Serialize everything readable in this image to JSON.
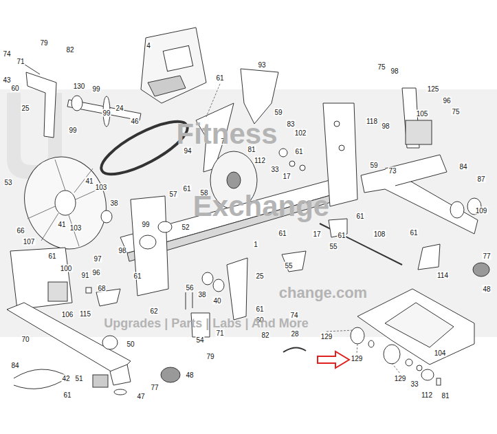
{
  "diagram": {
    "labels": [
      "79",
      "4",
      "82",
      "74",
      "71",
      "93",
      "75",
      "98",
      "61",
      "43",
      "130",
      "60",
      "125",
      "99",
      "96",
      "25",
      "24",
      "75",
      "59",
      "99",
      "105",
      "118",
      "46",
      "83",
      "98",
      "99",
      "102",
      "7",
      "81",
      "61",
      "94",
      "112",
      "59",
      "84",
      "33",
      "73",
      "17",
      "87",
      "41",
      "53",
      "103",
      "61",
      "58",
      "57",
      "38",
      "109",
      "61",
      "41",
      "99",
      "52",
      "103",
      "66",
      "17",
      "61",
      "108",
      "61",
      "61",
      "107",
      "1",
      "55",
      "98",
      "61",
      "77",
      "97",
      "55",
      "100",
      "96",
      "61",
      "25",
      "114",
      "91",
      "56",
      "68",
      "48",
      "38",
      "40",
      "62",
      "61",
      "115",
      "106",
      "74",
      "60",
      "71",
      "28",
      "129",
      "82",
      "70",
      "54",
      "50",
      "104",
      "79",
      "129",
      "84",
      "48",
      "42",
      "51",
      "129",
      "33",
      "77",
      "61",
      "47",
      "112",
      "81",
      "Fitness",
      "Exchange",
      "change.com",
      "Upgrades | Parts | Labs | And More"
    ]
  }
}
